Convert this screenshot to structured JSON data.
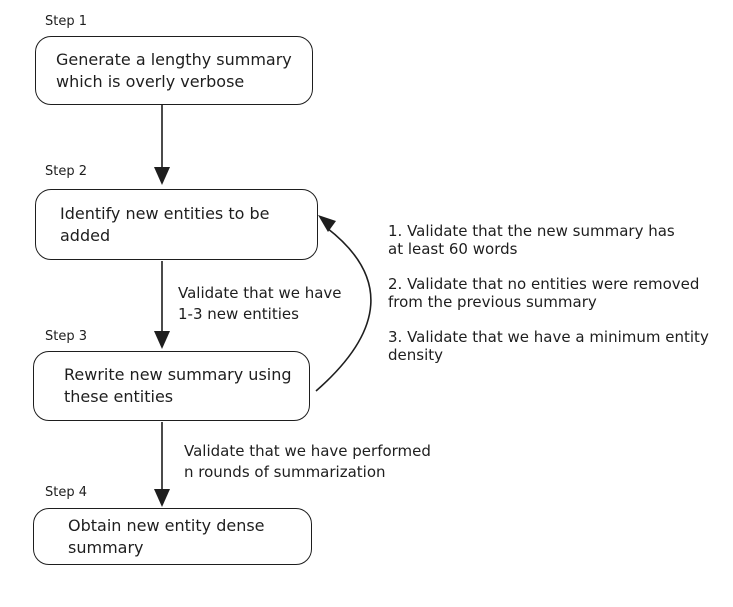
{
  "colors": {
    "ink": "#1e1e1e",
    "background": "#ffffff"
  },
  "diagram": {
    "steps": [
      {
        "label": "Step 1",
        "lines": [
          "Generate a lengthy summary",
          "which is overly verbose"
        ]
      },
      {
        "label": "Step 2",
        "lines": [
          "Identify new entities to be",
          "added"
        ]
      },
      {
        "label": "Step 3",
        "lines": [
          "Rewrite new summary using",
          "these entities"
        ]
      },
      {
        "label": "Step 4",
        "lines": [
          "Obtain new entity dense",
          "summary"
        ]
      }
    ],
    "edge_labels": [
      {
        "lines": [
          "Validate that we have",
          "1-3 new entities"
        ]
      },
      {
        "lines": [
          "Validate that we have performed",
          "n rounds of summarization"
        ]
      }
    ],
    "loop_validations": [
      {
        "lines": [
          "1. Validate that the new summary has",
          "at least 60 words"
        ]
      },
      {
        "lines": [
          "2. Validate that no entities were removed",
          "from the previous summary"
        ]
      },
      {
        "lines": [
          "3. Validate that we have a minimum entity",
          "density"
        ]
      }
    ]
  }
}
